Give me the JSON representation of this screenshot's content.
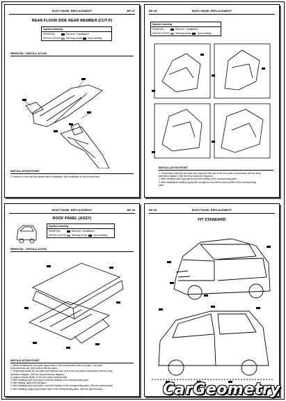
{
  "pages": [
    {
      "header_center": "BODY PANEL REPLACEMENT",
      "header_right": "BP-37",
      "title": "REAR FLOOR SIDE REAR MEMBER (CUT-P)",
      "legend": {
        "title": "Symbol meaning",
        "r1a": "REMOVAL",
        "r1b": "Remove / Installation",
        "r2a": "INSTALLATION",
        "r2b": "Welding areas",
        "r2c": "Spot welding"
      },
      "section1": "REMOVAL / INSTALLATION",
      "section2": "INSTALLATION POINT",
      "notes": [
        "1.  Remove ••• from the rear panels before installation, then installation on the cut side area."
      ]
    },
    {
      "header_left": "BP-38",
      "header_center": "BODY PANEL REPLACEMENT",
      "legend": {
        "title": "Symbol meaning",
        "r1a": "REMOVAL",
        "r1b": "Remove / Installation",
        "r2a": "INSTALLATION",
        "r2b": "Welding areas",
        "r2c": "Spot welding"
      },
      "section": "INSTALLATION POINT",
      "notes": [
        "1.  Temporarily install the new parts and measure each part of the new parts in accordance with the body",
        "    dimension diagram. (See the body dimension diagram.)",
        "2.  After installing each body panel check the sealing on the corresponding parts.",
        "3.  After installing the sealing, apply anti-rust agent on the interior panel portion of the corresponding",
        "    parts."
      ]
    },
    {
      "header_center": "BODY PANEL REPLACEMENT",
      "header_right": "BP-39",
      "title": "ROOF PANEL (ASSY)",
      "legend": {
        "title": "Symbol meaning",
        "r1a": "REMOVAL",
        "r1b": "Remove / Installation",
        "r2a": "INSTALLATION",
        "r2b": "Welding areas",
        "r2c": "Spot welding"
      },
      "section1": "REMOVAL / INSTALLATION",
      "section2": "INSTALLATION POINT",
      "notes": [
        "1.  Before installing the new parts, apply sealer to the contact area of the new parts, roof panel",
        "    reinforcements and other parts of the new parts.",
        "2.  Temporarily install the new parts and measure each part of the new parts in accordance with the body",
        "    dimension diagram. (See the body dimension diagram.)",
        "    (1)  Apply urethane sealer on the roof panel contact points.",
        "3.  After installing each body panel check the sealing on the corresponding parts.",
        "4.  After sealing, apply anti-rust agent.",
        "5.  After installing each body panel, check the sealing on the corresponding parts. (See the paint manual)",
        "6.  After installing, apply polyurethane foam to the corresponding parts. (See the paint manual)"
      ]
    },
    {
      "header_left": "BP-40",
      "header_center": "BODY PANEL REPLACEMENT",
      "title": "FIT STANDARD"
    }
  ],
  "watermark": "CarGeometry"
}
